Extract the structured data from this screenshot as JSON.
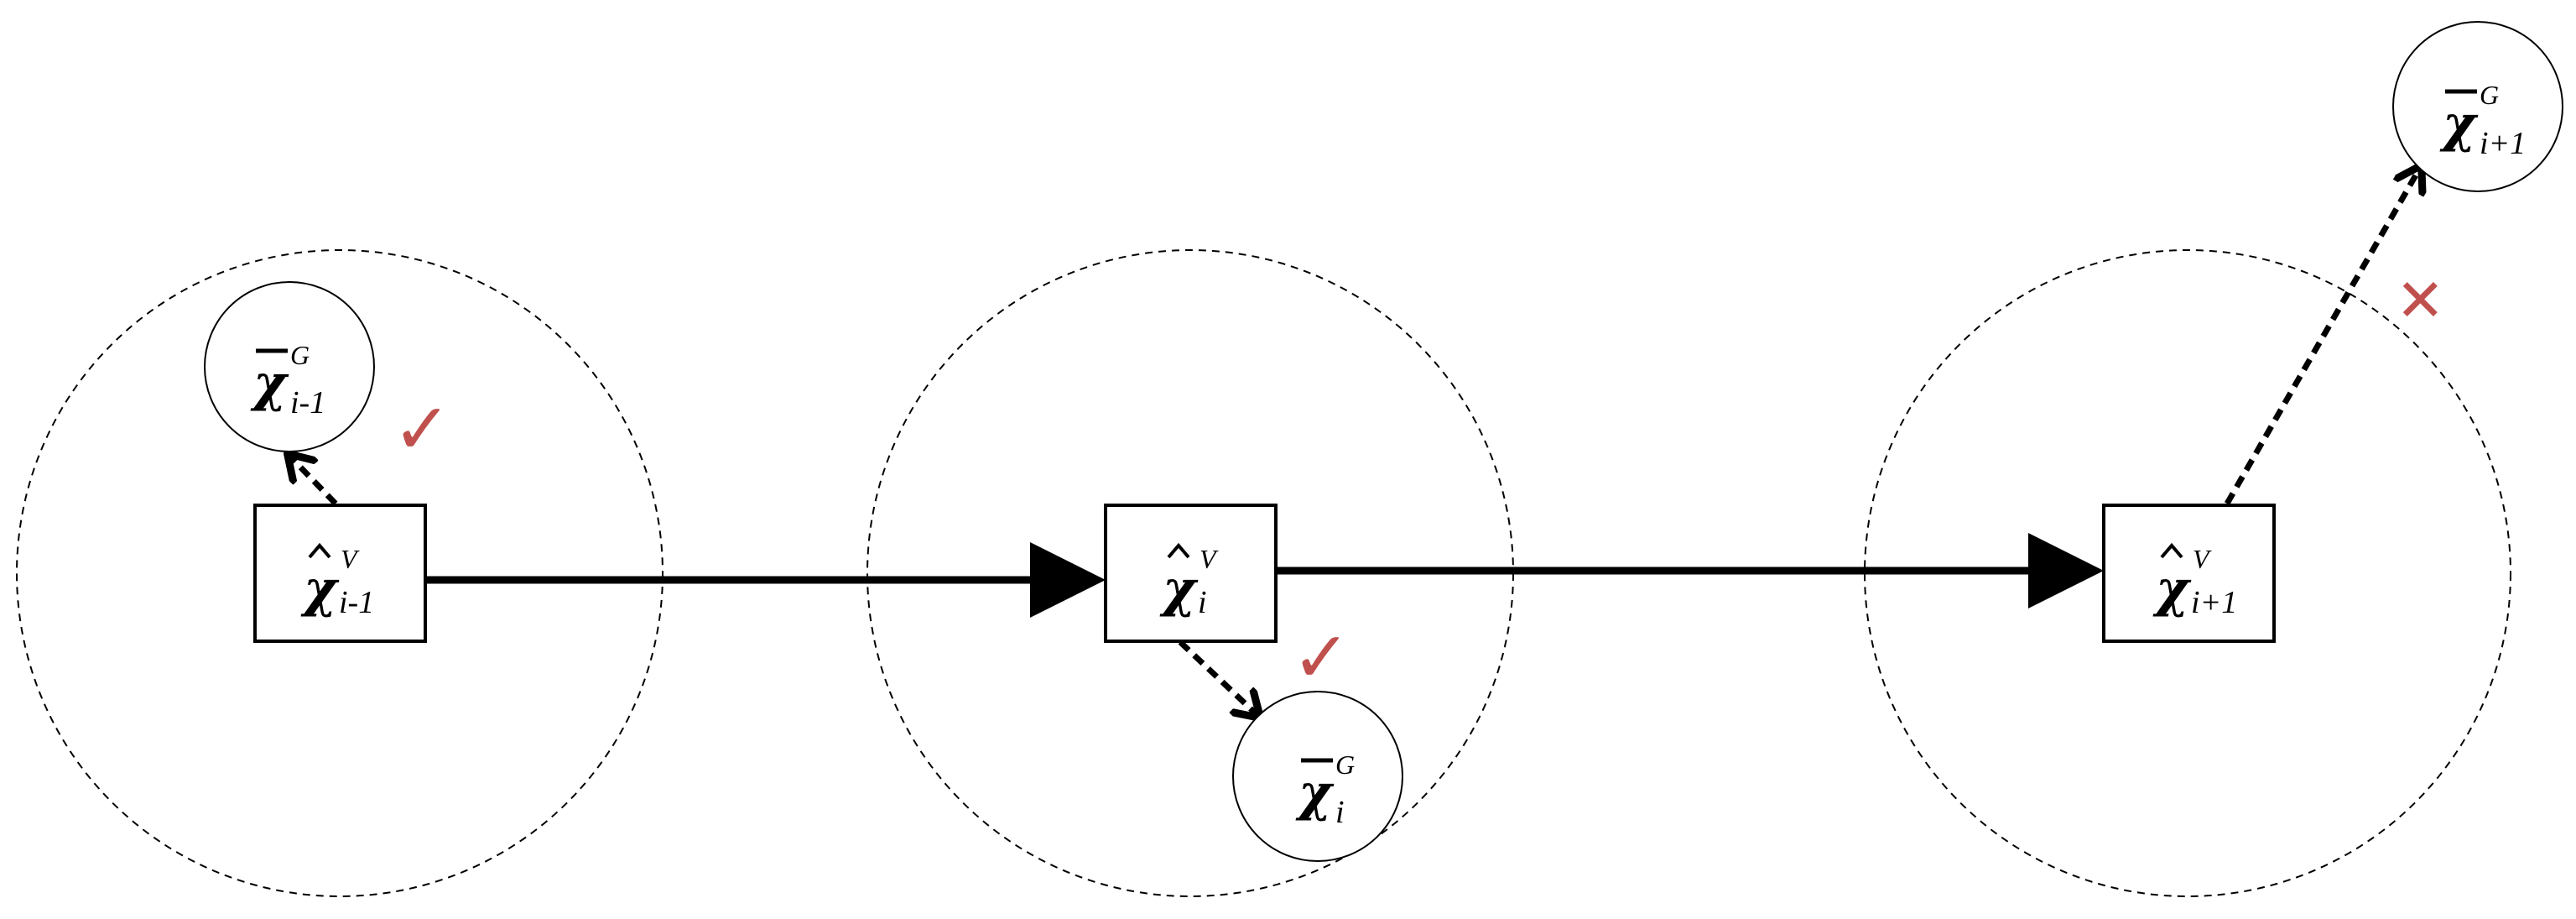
{
  "colors": {
    "ink": "#000000",
    "mark": "#c0504d",
    "background": "#ffffff"
  },
  "nodes": [
    {
      "id": "prev",
      "symbol": "χ",
      "accent": "hat",
      "superscript": "V",
      "subscript": "i-1"
    },
    {
      "id": "curr",
      "symbol": "χ",
      "accent": "hat",
      "superscript": "V",
      "subscript": "i"
    },
    {
      "id": "next",
      "symbol": "χ",
      "accent": "hat",
      "superscript": "V",
      "subscript": "i+1"
    }
  ],
  "measurements": [
    {
      "id": "prev",
      "symbol": "χ",
      "accent": "bar",
      "superscript": "G",
      "subscript": "i-1"
    },
    {
      "id": "curr",
      "symbol": "χ",
      "accent": "bar",
      "superscript": "G",
      "subscript": "i"
    },
    {
      "id": "next",
      "symbol": "χ",
      "accent": "bar",
      "superscript": "G",
      "subscript": "i+1"
    }
  ],
  "marks": [
    {
      "id": "prev",
      "glyph": "✓",
      "icon": "check-icon"
    },
    {
      "id": "curr",
      "glyph": "✓",
      "icon": "check-icon"
    },
    {
      "id": "next",
      "glyph": "✕",
      "icon": "cross-icon"
    }
  ]
}
